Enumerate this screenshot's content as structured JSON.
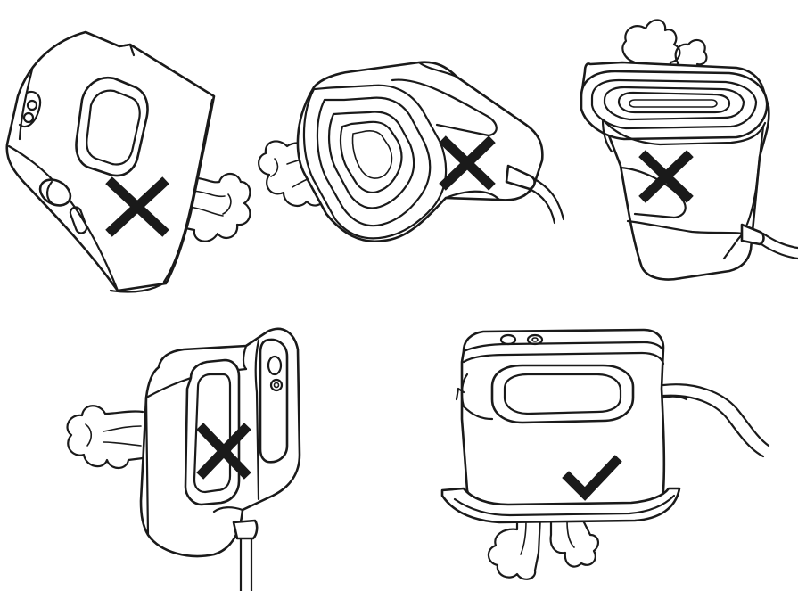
{
  "figure": {
    "panels": [
      {
        "id": "panel-1",
        "orientation": "tilted-backward",
        "steam_side": "right",
        "verdict": "incorrect",
        "mark_icon": "cross-mark-icon"
      },
      {
        "id": "panel-2",
        "orientation": "lying-on-side",
        "steam_side": "left",
        "verdict": "incorrect",
        "mark_icon": "cross-mark-icon"
      },
      {
        "id": "panel-3",
        "orientation": "upside-down",
        "steam_side": "top",
        "verdict": "incorrect",
        "mark_icon": "cross-mark-icon"
      },
      {
        "id": "panel-4",
        "orientation": "standing-on-back",
        "steam_side": "left",
        "verdict": "incorrect",
        "mark_icon": "cross-mark-icon"
      },
      {
        "id": "panel-5",
        "orientation": "upright-on-soleplate",
        "steam_side": "bottom",
        "verdict": "correct",
        "mark_icon": "check-mark-icon"
      }
    ],
    "colors": {
      "line": "#1a1a1a",
      "background": "#ffffff"
    }
  }
}
